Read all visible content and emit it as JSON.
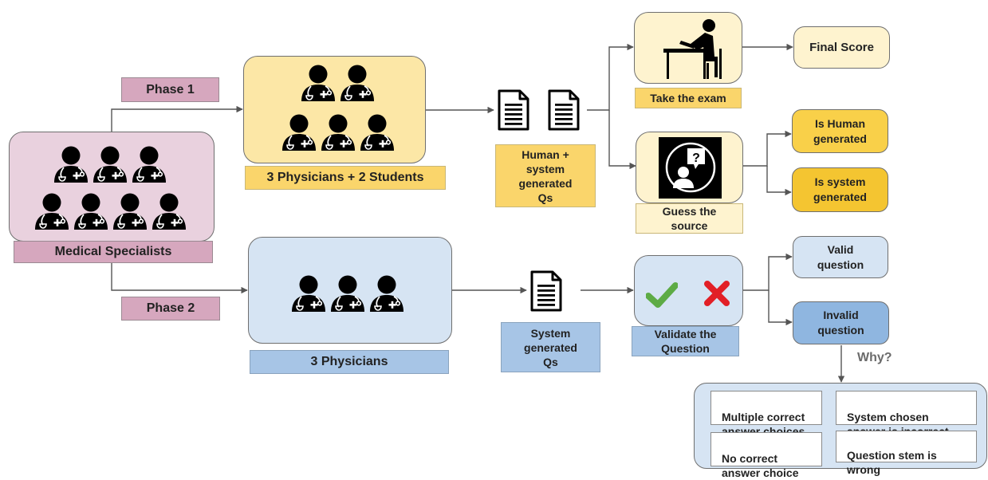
{
  "phase1": {
    "label": "Phase 1"
  },
  "phase2": {
    "label": "Phase 2"
  },
  "specialists": {
    "label": "Medical Specialists"
  },
  "group_phase1": {
    "label": "3 Physicians + 2 Students"
  },
  "group_phase2": {
    "label": "3 Physicians"
  },
  "docs_phase1": {
    "label": "Human +\nsystem\ngenerated\nQs"
  },
  "docs_phase2": {
    "label": "System\ngenerated\nQs"
  },
  "exam": {
    "label": "Take the exam"
  },
  "final_score": {
    "label": "Final Score"
  },
  "guess": {
    "label": "Guess the\nsource"
  },
  "is_human": {
    "label": "Is Human\ngenerated"
  },
  "is_system": {
    "label": "Is system\ngenerated"
  },
  "validate": {
    "label": "Validate the\nQuestion"
  },
  "valid": {
    "label": "Valid\nquestion"
  },
  "invalid": {
    "label": "Invalid\nquestion"
  },
  "why": {
    "label": "Why?"
  },
  "reasons": [
    {
      "label": "Multiple correct\nanswer choices"
    },
    {
      "label": "System chosen\nanswer is incorrect"
    },
    {
      "label": "No correct\nanswer choice"
    },
    {
      "label": "Question stem is\nwrong"
    }
  ],
  "colors": {
    "pink_fill": "#e9d1de",
    "pink_label": "#d6a7be",
    "yellow_fill": "#fce7a6",
    "yellow_label": "#fad56b",
    "gold": "#f4c531",
    "blue_fill": "#d6e4f3",
    "blue_label": "#a7c5e6",
    "blue_dark": "#8fb6e0",
    "check": "#5dab45",
    "cross": "#e21f26"
  },
  "icons": [
    "doctor-icon",
    "document-icon",
    "exam-desk-icon",
    "question-person-icon",
    "check-icon",
    "cross-icon"
  ]
}
